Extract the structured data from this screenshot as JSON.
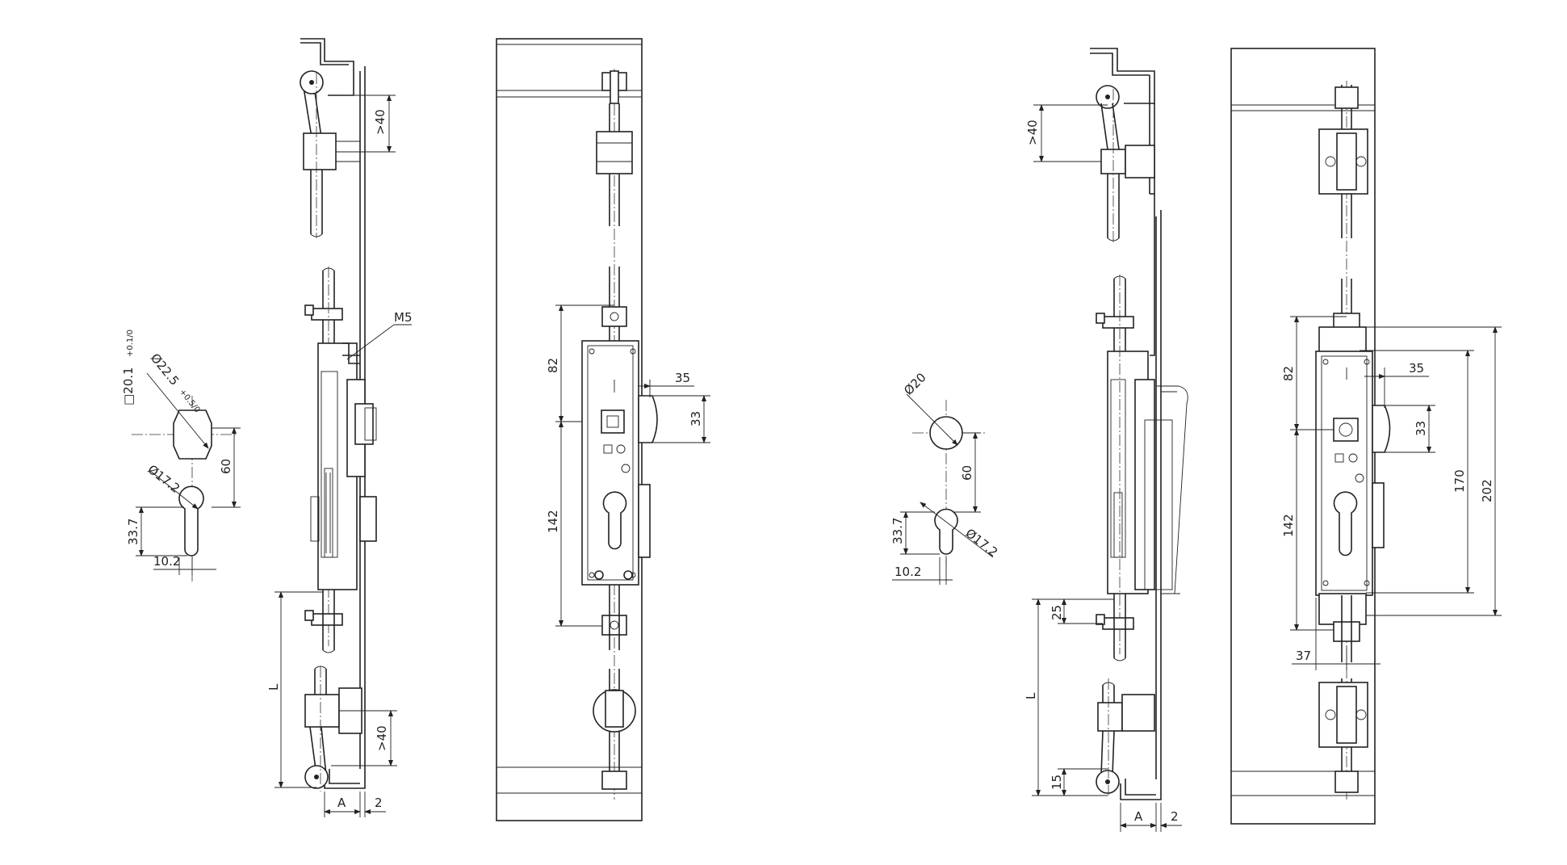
{
  "labels": {
    "l1_gt40_top": ">40",
    "l1_m5": "M5",
    "l1_square": "□20.1",
    "l1_square_tol": "+0.1/0",
    "l1_dia225": "Ø22.5",
    "l1_dia225_tol": "+0.5/0",
    "l1_dia172": "Ø17.2",
    "l1_60": "60",
    "l1_337": "33.7",
    "l1_102": "10.2",
    "l1_L": "L",
    "l1_gt40_bot": ">40",
    "l1_A": "A",
    "l1_2": "2",
    "f1_82": "82",
    "f1_142": "142",
    "f1_35": "35",
    "f1_33": "33",
    "r1_gt40": ">40",
    "r1_dia20": "Ø20",
    "r1_60": "60",
    "r1_dia172": "Ø17.2",
    "r1_337": "33.7",
    "r1_102": "10.2",
    "r1_L": "L",
    "r1_25": "25",
    "r1_15": "15",
    "r1_A": "A",
    "r1_2": "2",
    "f2_82": "82",
    "f2_35": "35",
    "f2_33": "33",
    "f2_142": "142",
    "f2_170": "170",
    "f2_202": "202",
    "f2_37": "37"
  }
}
